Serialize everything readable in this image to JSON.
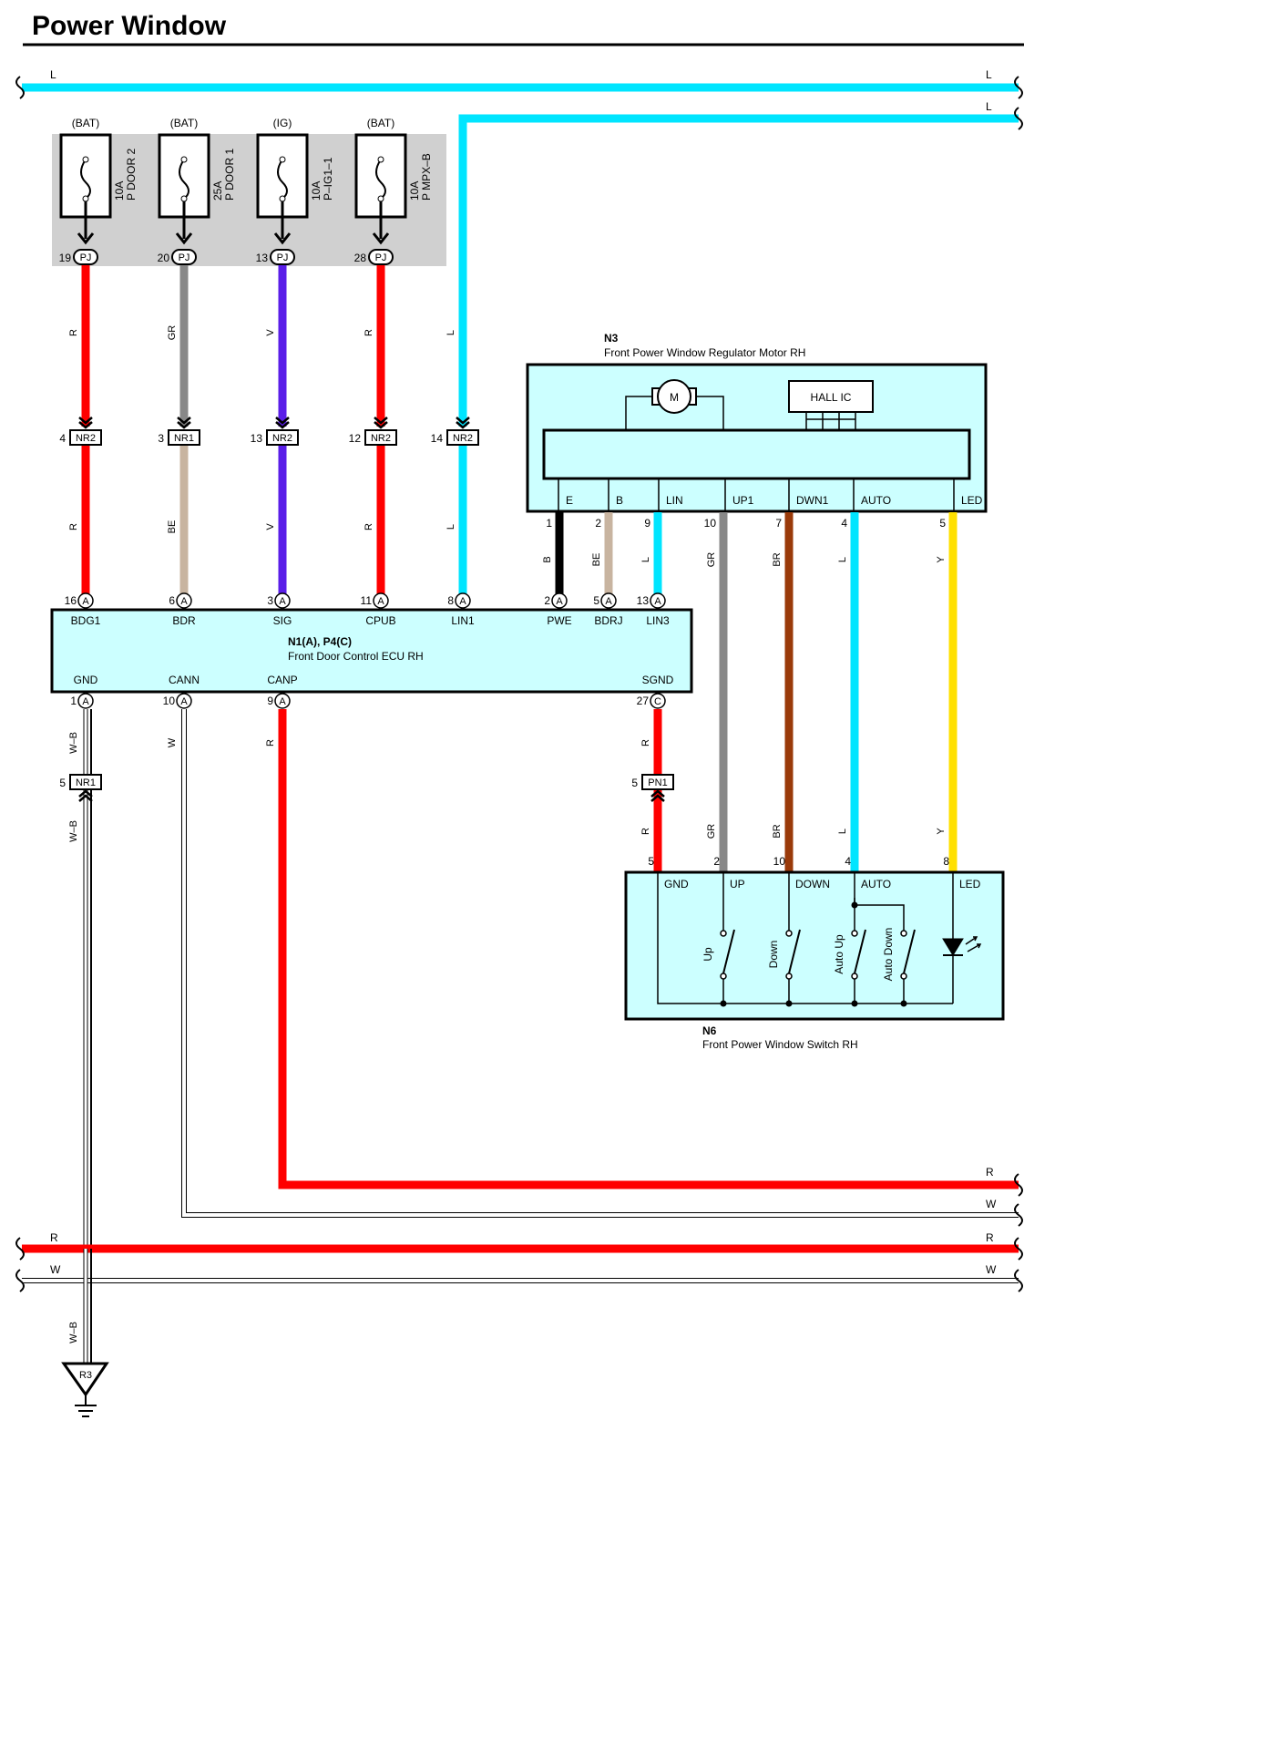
{
  "title": "Power Window",
  "colors": {
    "L": "#00e5ff",
    "R": "#ff0000",
    "GR": "#888888",
    "V": "#5a1ee8",
    "BE": "#c8b4a0",
    "B": "#000000",
    "BR": "#9a3a0a",
    "Y": "#ffe000",
    "W": "#ffffff",
    "box_fill": "#ccffff",
    "fuse_area": "#d0d0d0"
  },
  "top_bus": {
    "label_left": "L",
    "label_right": "L",
    "label_branch": "L"
  },
  "fuses": [
    {
      "supply": "(BAT)",
      "rating": "10A",
      "name": "P DOOR 2",
      "pin": "19",
      "conn": "PJ",
      "wire": "R"
    },
    {
      "supply": "(BAT)",
      "rating": "25A",
      "name": "P DOOR 1",
      "pin": "20",
      "conn": "PJ",
      "wire": "GR"
    },
    {
      "supply": "(IG)",
      "rating": "10A",
      "name": "P–IG1–1",
      "pin": "13",
      "conn": "PJ",
      "wire": "V"
    },
    {
      "supply": "(BAT)",
      "rating": "10A",
      "name": "P MPX–B",
      "pin": "28",
      "conn": "PJ",
      "wire": "R"
    }
  ],
  "junctions": [
    {
      "pin": "4",
      "conn": "NR2",
      "wire_in": "R",
      "wire_out": "R"
    },
    {
      "pin": "3",
      "conn": "NR1",
      "wire_in": "GR",
      "wire_out": "BE"
    },
    {
      "pin": "13",
      "conn": "NR2",
      "wire_in": "V",
      "wire_out": "V"
    },
    {
      "pin": "12",
      "conn": "NR2",
      "wire_in": "R",
      "wire_out": "R"
    },
    {
      "pin": "14",
      "conn": "NR2",
      "wire_in": "L",
      "wire_out": "L"
    }
  ],
  "motor": {
    "id": "N3",
    "name": "Front Power Window Regulator Motor RH",
    "motor_label": "M",
    "hall_label": "HALL IC",
    "terminals": [
      {
        "label": "E",
        "pin": "1",
        "wire": "B"
      },
      {
        "label": "B",
        "pin": "2",
        "wire": "BE"
      },
      {
        "label": "LIN",
        "pin": "9",
        "wire": "L"
      },
      {
        "label": "UP1",
        "pin": "10",
        "wire": "GR"
      },
      {
        "label": "DWN1",
        "pin": "7",
        "wire": "BR"
      },
      {
        "label": "AUTO",
        "pin": "4",
        "wire": "L"
      },
      {
        "label": "LED",
        "pin": "5",
        "wire": "Y"
      }
    ]
  },
  "ecu": {
    "id": "N1(A), P4(C)",
    "name": "Front Door Control ECU RH",
    "top_pins": [
      {
        "label": "BDG1",
        "pin": "16",
        "conn": "A"
      },
      {
        "label": "BDR",
        "pin": "6",
        "conn": "A"
      },
      {
        "label": "SIG",
        "pin": "3",
        "conn": "A"
      },
      {
        "label": "CPUB",
        "pin": "11",
        "conn": "A"
      },
      {
        "label": "LIN1",
        "pin": "8",
        "conn": "A"
      },
      {
        "label": "PWE",
        "pin": "2",
        "conn": "A"
      },
      {
        "label": "BDRJ",
        "pin": "5",
        "conn": "A"
      },
      {
        "label": "LIN3",
        "pin": "13",
        "conn": "A"
      }
    ],
    "bottom_pins": [
      {
        "label": "GND",
        "pin": "1",
        "conn": "A",
        "wire": "W–B"
      },
      {
        "label": "CANN",
        "pin": "10",
        "conn": "A",
        "wire": "W"
      },
      {
        "label": "CANP",
        "pin": "9",
        "conn": "A",
        "wire": "R"
      },
      {
        "label": "SGND",
        "pin": "27",
        "conn": "C",
        "wire": "R"
      }
    ]
  },
  "lower_junctions": [
    {
      "pin": "5",
      "conn": "NR1",
      "wire_in": "W–B",
      "wire_out": "W–B"
    },
    {
      "pin": "5",
      "conn": "PN1",
      "wire_in": "R",
      "wire_out": "R"
    }
  ],
  "switch": {
    "id": "N6",
    "name": "Front Power Window Switch RH",
    "terminals": [
      {
        "label": "GND",
        "pin": "5",
        "wire": "R"
      },
      {
        "label": "UP",
        "pin": "2",
        "wire": "GR"
      },
      {
        "label": "DOWN",
        "pin": "10",
        "wire": "BR"
      },
      {
        "label": "AUTO",
        "pin": "4",
        "wire": "L"
      },
      {
        "label": "LED",
        "pin": "8",
        "wire": "Y"
      }
    ],
    "contacts": [
      "Up",
      "Down",
      "Auto Up",
      "Auto Down"
    ]
  },
  "bottom_bus": {
    "canp": "R",
    "cann": "W",
    "bus_r": "R",
    "bus_w": "W"
  },
  "ground": {
    "label": "R3",
    "wire": "W–B"
  }
}
